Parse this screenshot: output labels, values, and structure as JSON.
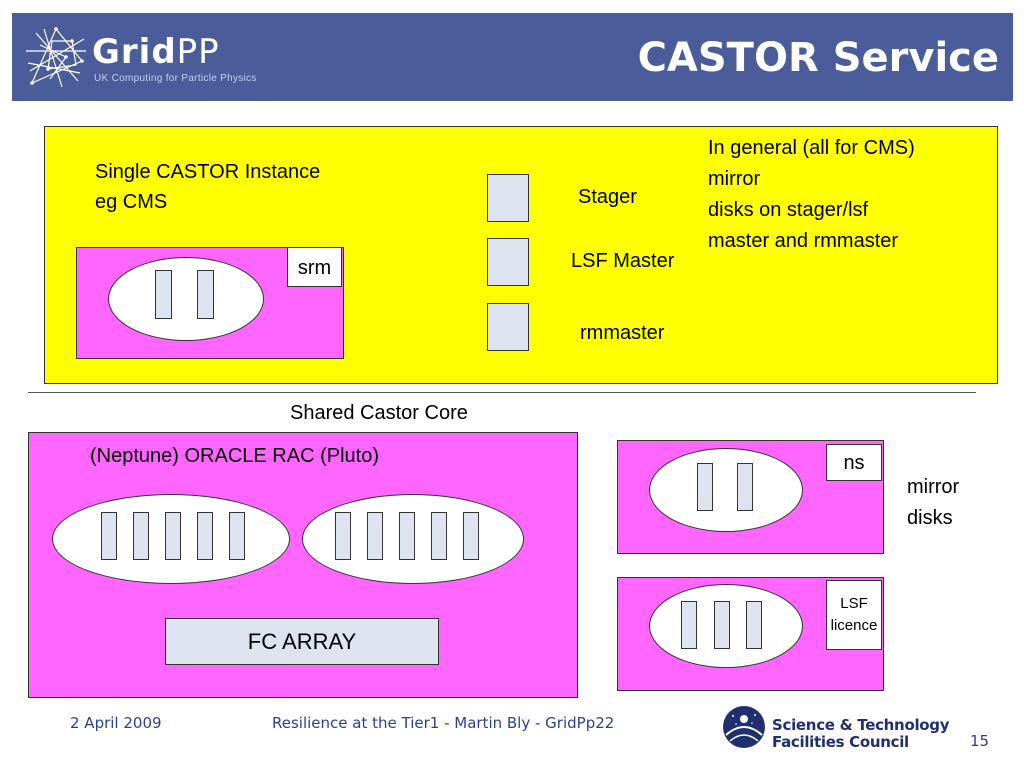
{
  "header": {
    "logo_name_bold": "Grid",
    "logo_name_light": "PP",
    "logo_subtitle": "UK Computing for Particle Physics",
    "title": "CASTOR Service"
  },
  "yellow": {
    "instance_line1": "Single CASTOR Instance",
    "instance_line2": "eg CMS",
    "srm_label": "srm",
    "stager_label": "Stager",
    "lsf_master_label": "LSF Master",
    "rmmaster_label": "rmmaster",
    "note_line1": "In general (all for CMS)",
    "note_line2": "mirror",
    "note_line3": "disks on stager/lsf",
    "note_line4": "master and rmmaster"
  },
  "core": {
    "shared_label": "Shared Castor Core",
    "rac_label": "(Neptune)  ORACLE RAC (Pluto)",
    "fc_array_label": "FC ARRAY",
    "ns_label": "ns",
    "mirror_line1": "mirror",
    "mirror_line2": "disks",
    "lsf_licence_line1": "LSF",
    "lsf_licence_line2": "licence"
  },
  "footer": {
    "date": "2 April 2009",
    "talk": "Resilience at the Tier1 - Martin Bly - GridPp22",
    "org_line1": "Science & Technology",
    "org_line2": "Facilities Council",
    "page_number": "15"
  },
  "colors": {
    "header_bg": "#4a5d9a",
    "yellow_panel": "#ffff00",
    "pink_box": "#ff66ff",
    "disk_fill": "#dde3ef",
    "footer_text": "#2f3f8f"
  }
}
